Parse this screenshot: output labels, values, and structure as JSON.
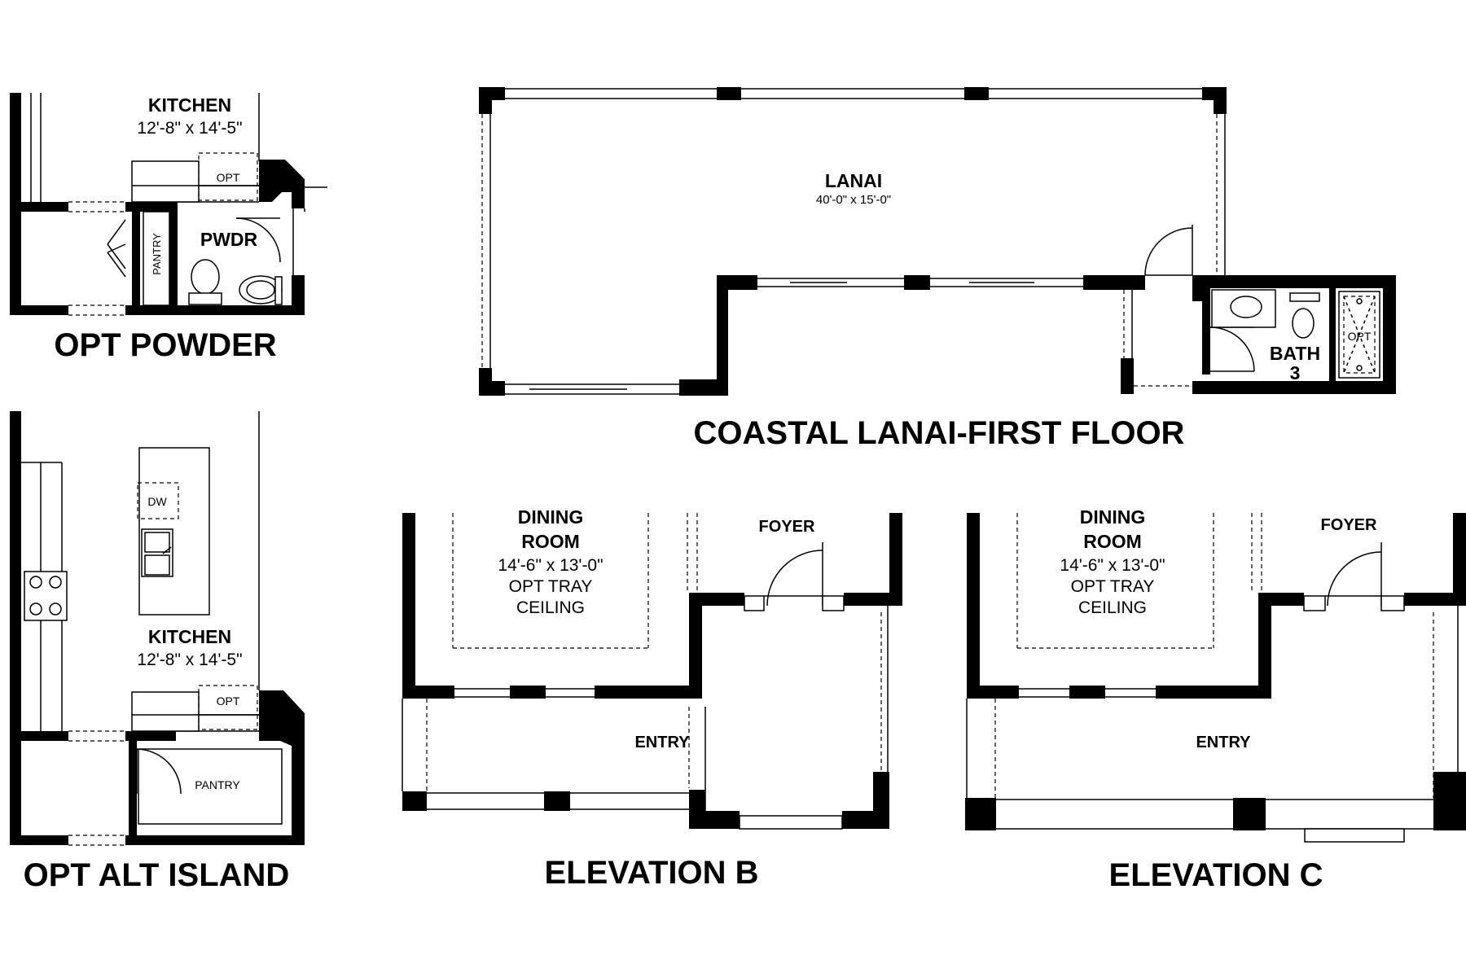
{
  "titles": {
    "opt_powder": "OPT POWDER",
    "opt_alt_island": "OPT ALT ISLAND",
    "coastal_lanai": "COASTAL LANAI-FIRST FLOOR",
    "elevation_b": "ELEVATION B",
    "elevation_c": "ELEVATION C"
  },
  "opt_powder": {
    "kitchen_name": "KITCHEN",
    "kitchen_dim": "12'-8\" x 14'-5\"",
    "opt_label": "OPT",
    "pantry_label": "PANTRY",
    "pwdr_label": "PWDR"
  },
  "opt_alt_island": {
    "kitchen_name": "KITCHEN",
    "kitchen_dim": "12'-8\" x 14'-5\"",
    "dw_label": "DW",
    "opt_label": "OPT",
    "pantry_label": "PANTRY"
  },
  "lanai": {
    "room_name": "LANAI",
    "room_dim": "40'-0\" x 15'-0\"",
    "bath_name": "BATH",
    "bath_number": "3",
    "opt_label": "OPT"
  },
  "elevation_b": {
    "dining_line1": "DINING",
    "dining_line2": "ROOM",
    "dining_dim": "14'-6\" x 13'-0\"",
    "tray_line1": "OPT TRAY",
    "tray_line2": "CEILING",
    "foyer": "FOYER",
    "entry": "ENTRY"
  },
  "elevation_c": {
    "dining_line1": "DINING",
    "dining_line2": "ROOM",
    "dining_dim": "14'-6\" x 13'-0\"",
    "tray_line1": "OPT TRAY",
    "tray_line2": "CEILING",
    "foyer": "FOYER",
    "entry": "ENTRY"
  }
}
